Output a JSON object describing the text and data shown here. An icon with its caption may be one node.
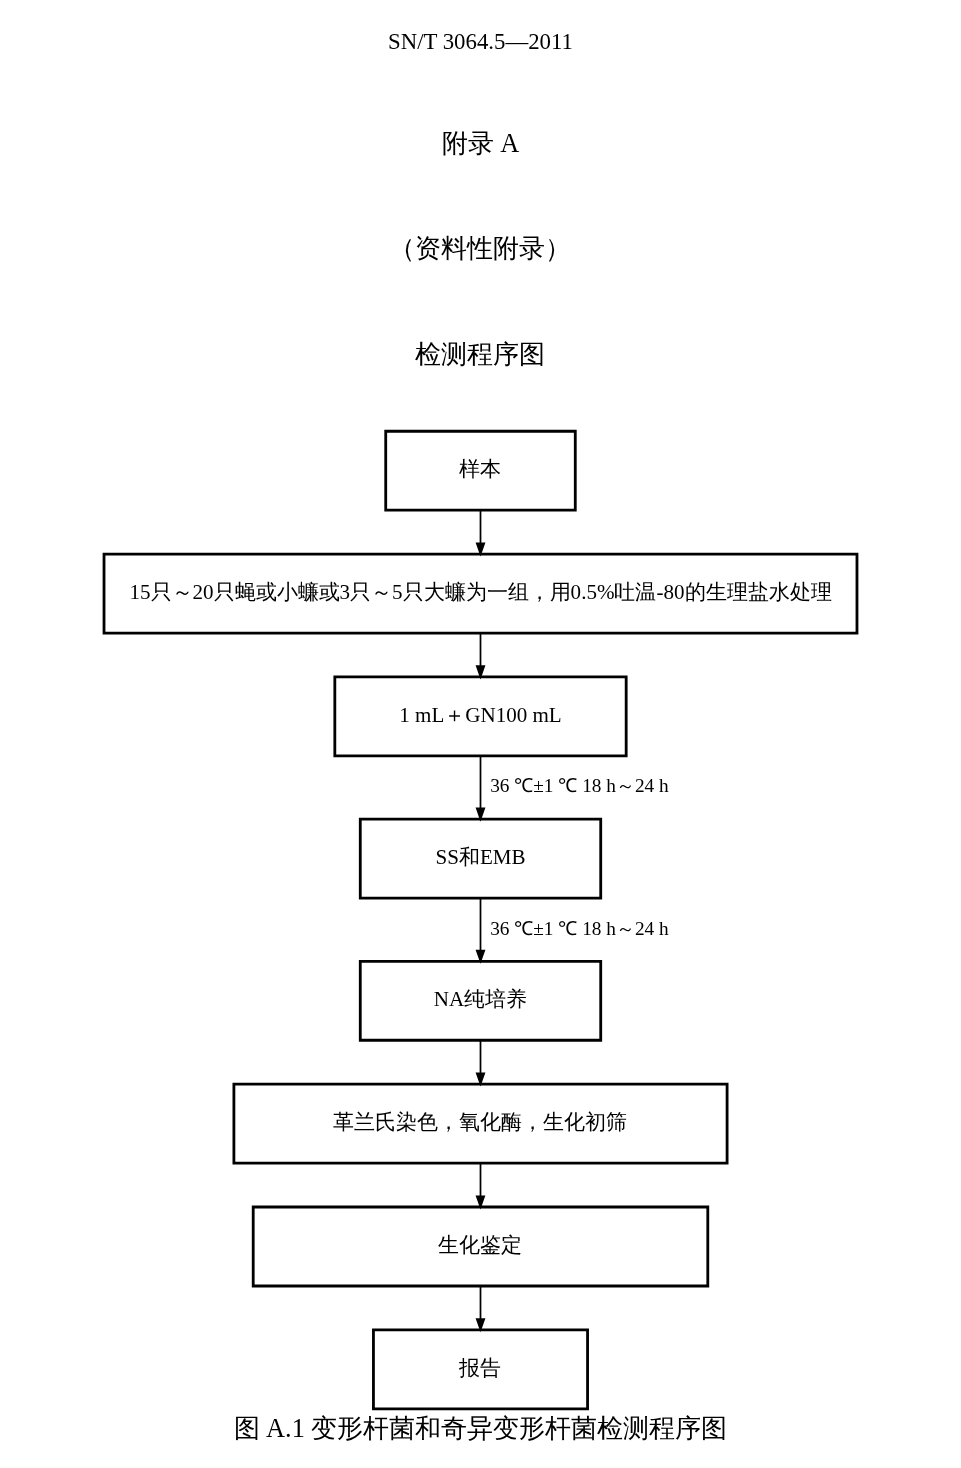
{
  "diagram": {
    "title": "检测程序图",
    "caption": "图 A.1 变形杆菌和奇异变形杆菌检测程序图",
    "nodes": [
      {
        "text": [
          "样本"
        ]
      },
      {
        "text": [
          "15只～20只蝇或小蠊或3只～5只大蠊为一组，用0.5%吐温-80的生理盐水处理"
        ]
      },
      {
        "text": [
          "1 mL＋GN100 mL"
        ]
      },
      {
        "text": [
          "SS和EMB"
        ]
      },
      {
        "text": [
          "NA纯培养"
        ]
      },
      {
        "text": [
          "革兰氏染色，氧化酶，生化初筛"
        ]
      },
      {
        "text": [
          "生化鉴定"
        ]
      },
      {
        "text": [
          "报告"
        ]
      }
    ],
    "edges": [
      {
        "from": 0,
        "to": 1,
        "arrow": "to"
      },
      {
        "from": 1,
        "to": 2,
        "arrow": "to"
      },
      {
        "from": 2,
        "to": 3,
        "arrow": "to",
        "label": "36 ℃±1 ℃ 18 h～24 h"
      },
      {
        "from": 3,
        "to": 4,
        "arrow": "to",
        "label": "36 ℃±1 ℃ 18 h～24 h"
      },
      {
        "from": 4,
        "to": 5,
        "arrow": "to"
      },
      {
        "from": 5,
        "to": 6,
        "arrow": "to"
      },
      {
        "from": 6,
        "to": 7,
        "arrow": "to"
      }
    ],
    "labels": [
      "SN/T 3064.5—2011",
      "附录 A",
      "（资料性附录）"
    ]
  }
}
